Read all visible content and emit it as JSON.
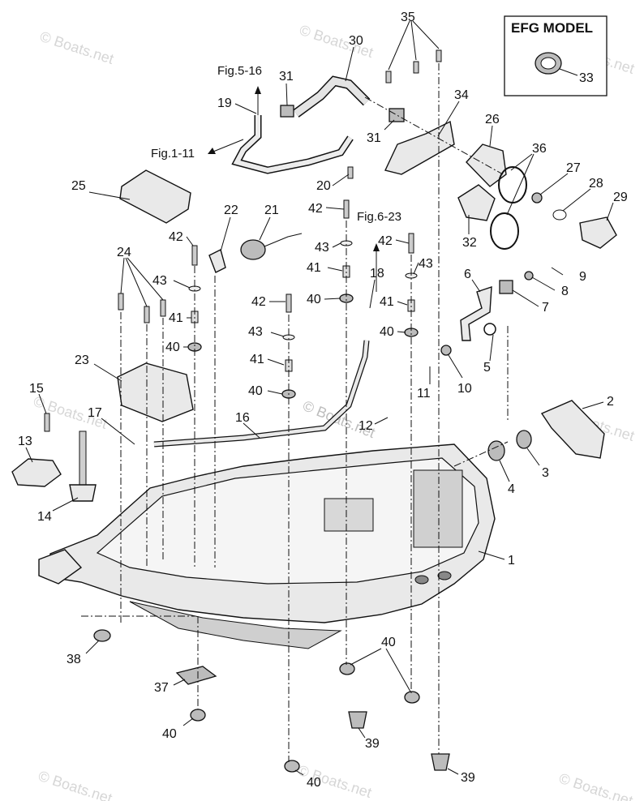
{
  "watermark": "© Boats.net",
  "center_watermark": "© Boats.net",
  "efg_box": {
    "title": "EFG MODEL",
    "part": "33"
  },
  "fig_refs": {
    "fig_5_16": "Fig.5-16",
    "fig_1_11": "Fig.1-11",
    "fig_6_23": "Fig.6-23"
  },
  "labels": {
    "l35": "35",
    "l30": "30",
    "l31a": "31",
    "l31b": "31",
    "l19": "19",
    "l34": "34",
    "l26": "26",
    "l36": "36",
    "l27": "27",
    "l28": "28",
    "l29": "29",
    "l25": "25",
    "l20": "20",
    "l42a": "42",
    "l22": "22",
    "l21": "21",
    "l42b": "42",
    "l32": "32",
    "l42c": "42",
    "l24": "24",
    "l43a": "43",
    "l43b": "43",
    "l18": "18",
    "l43c": "43",
    "l6": "6",
    "l9": "9",
    "l8": "8",
    "l41a": "41",
    "l41b": "41",
    "l41c": "41",
    "l40a": "40",
    "l40b": "40",
    "l40c": "40",
    "l42d": "42",
    "l43d": "43",
    "l7": "7",
    "l41d": "41",
    "l40d": "40",
    "l5": "5",
    "l23": "23",
    "l10": "10",
    "l11": "11",
    "l15": "15",
    "l17": "17",
    "l16": "16",
    "l12": "12",
    "l2": "2",
    "l13": "13",
    "l3": "3",
    "l4": "4",
    "l14": "14",
    "l1": "1",
    "l38": "38",
    "l40e": "40",
    "l37": "37",
    "l40f": "40",
    "l39a": "39",
    "l40g": "40",
    "l39b": "39"
  }
}
